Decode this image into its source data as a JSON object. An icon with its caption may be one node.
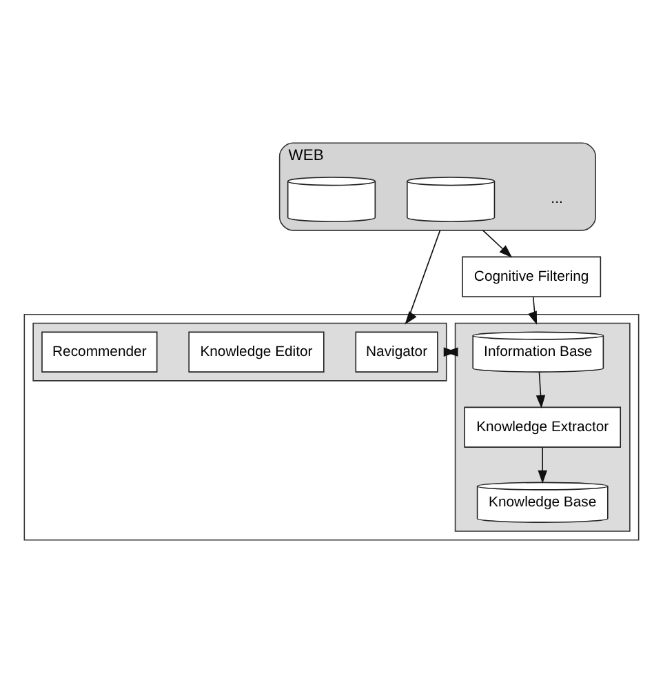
{
  "diagram": {
    "nodes": [
      {
        "text": [
          "WEB"
        ]
      },
      {
        "text": [],
        "shape": "cylinder",
        "in": 0
      },
      {
        "text": [],
        "shape": "cylinder",
        "in": 0
      },
      {
        "text": [],
        "shape": "box"
      },
      {
        "text": [
          "Cognitive Filtering"
        ]
      },
      {
        "text": [],
        "shape": "box",
        "in": 3
      },
      {
        "text": [
          "Information Base"
        ],
        "in": 5
      },
      {
        "text": [
          "Knowledge Extractor"
        ],
        "in": 5
      },
      {
        "text": [
          "Knowledge Base"
        ],
        "in": 5
      },
      {
        "text": [],
        "shape": "box",
        "in": 3
      },
      {
        "text": [
          "Navigator"
        ],
        "in": 9
      },
      {
        "text": [
          "Knowledge Editor"
        ],
        "in": 9
      },
      {
        "text": [
          "Recommender"
        ],
        "in": 9
      }
    ],
    "edges": [
      {
        "from": 0,
        "to": 4,
        "arrow": "to"
      },
      {
        "from": 0,
        "to": 9,
        "arrow": "to"
      },
      {
        "from": 4,
        "to": 5,
        "arrow": "to"
      },
      {
        "from": 6,
        "to": 7,
        "arrow": "to"
      },
      {
        "from": 7,
        "to": 8,
        "arrow": "to"
      },
      {
        "from": 5,
        "to": 9,
        "arrow": "both"
      }
    ],
    "labels": [
      "..."
    ]
  }
}
